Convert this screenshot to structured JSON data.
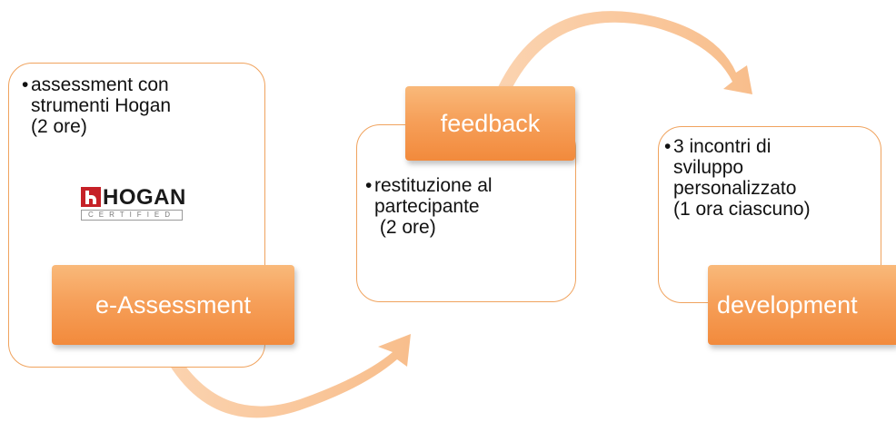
{
  "colors": {
    "accent": "#f28a3c",
    "border": "#f0a35e",
    "arrow": "#f9c9a0"
  },
  "stages": [
    {
      "label": "e-Assessment",
      "bullet_lines": [
        "assessment con",
        "strumenti Hogan",
        "(2 ore)"
      ]
    },
    {
      "label": "feedback",
      "bullet_lines": [
        "restituzione al",
        "partecipante",
        " (2 ore)"
      ]
    },
    {
      "label": "development",
      "bullet_lines": [
        "3 incontri di",
        "sviluppo",
        "personalizzato",
        "(1 ora ciascuno)"
      ]
    }
  ],
  "logo": {
    "word": "HOGAN",
    "sub": "CERTIFIED",
    "icon": "hogan-logo-mark"
  },
  "bullet_char": "•"
}
